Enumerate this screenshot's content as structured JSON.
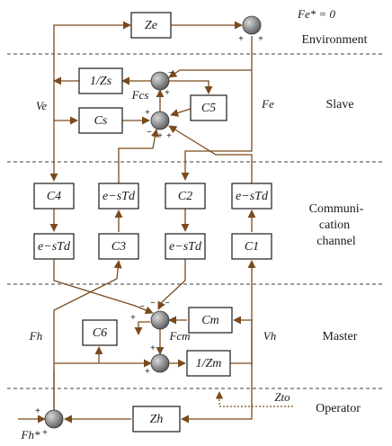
{
  "sections": {
    "environment": "Environment",
    "slave": "Slave",
    "communication": [
      "Communi-",
      "cation",
      "channel"
    ],
    "master": "Master",
    "operator": "Operator"
  },
  "blocks": {
    "ze": "Ze",
    "inv_zs": "1/Zs",
    "cs": "Cs",
    "c5": "C5",
    "c4": "C4",
    "delay_a": "e−sTd",
    "c2": "C2",
    "delay_b": "e−sTd",
    "delay_c": "e−sTd",
    "c3": "C3",
    "delay_d": "e−sTd",
    "c1": "C1",
    "cm": "Cm",
    "c6": "C6",
    "inv_zm": "1/Zm",
    "zh": "Zh"
  },
  "signals": {
    "fe_star": "Fe* = 0",
    "ve": "Ve",
    "fcs": "Fcs",
    "fe": "Fe",
    "fh": "Fh",
    "fcm": "Fcm",
    "vh": "Vh",
    "zto": "Zto",
    "fh_star": "Fh*"
  },
  "colors": {
    "wire": "#7a4a1e",
    "block_border": "#1a1a1a",
    "junction_fill": "#7a7a7a"
  }
}
